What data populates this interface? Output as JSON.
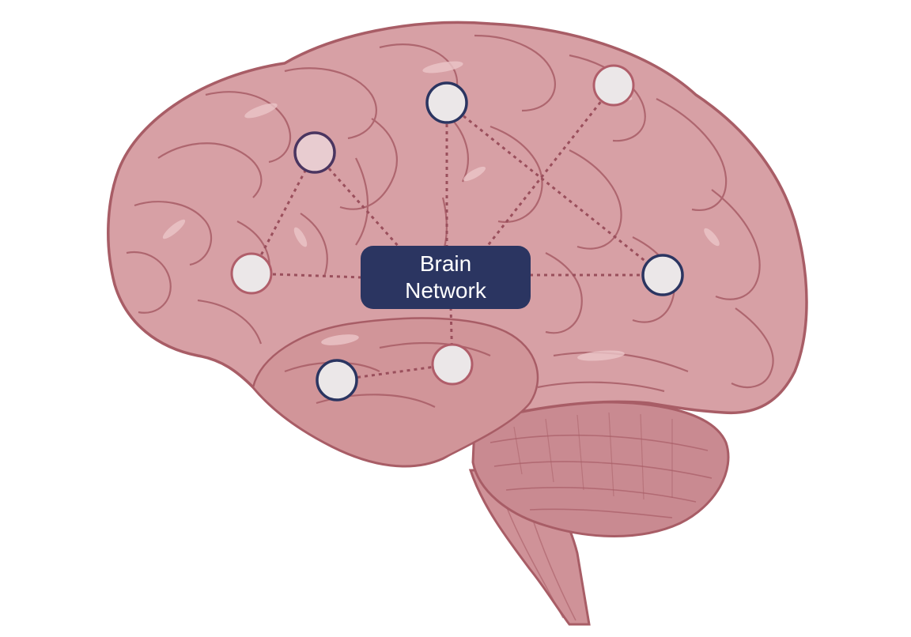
{
  "diagram": {
    "center_label_line1": "Brain",
    "center_label_line2": "Network"
  },
  "colors": {
    "brain_fill": "#d7a0a5",
    "brain_outline": "#a85d66",
    "brain_highlight": "#e7bfc2",
    "cerebellum_fill": "#c98a91",
    "center_box": "#2b3561",
    "center_text": "#ffffff",
    "link_dotted": "#9a4f5c",
    "node_fill": "#ebe7e8",
    "node_navy_outline": "#2b3561",
    "node_rose_outline": "#b05e6a"
  },
  "icons": {
    "brain": "brain-illustration",
    "nodes": "network-node-icon"
  }
}
